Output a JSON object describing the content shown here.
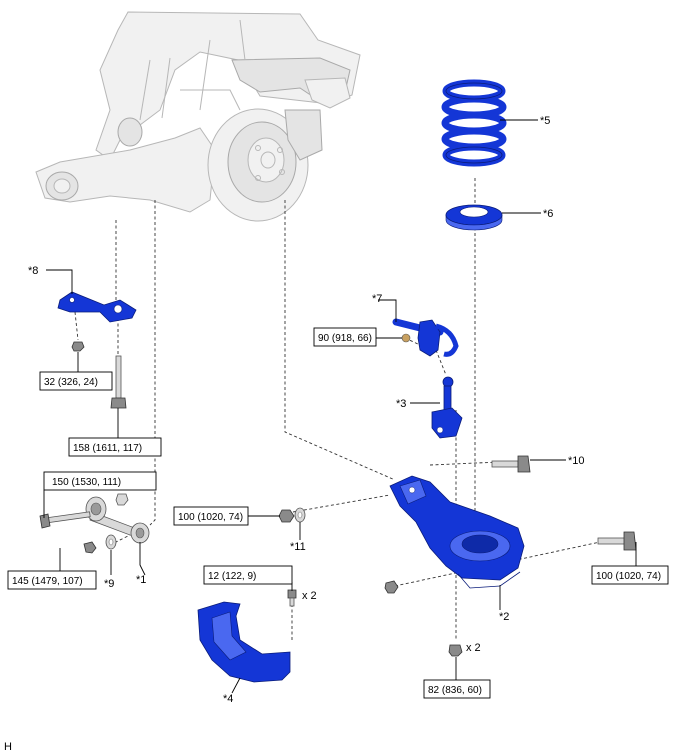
{
  "callouts": {
    "c1": "*1",
    "c2": "*2",
    "c3": "*3",
    "c4": "*4",
    "c5": "*5",
    "c6": "*6",
    "c7": "*7",
    "c8": "*8",
    "c9": "*9",
    "c10": "*10",
    "c11": "*11"
  },
  "torque_specs": {
    "t_32": "32 (326, 24)",
    "t_158": "158 (1611, 117)",
    "t_150": "150 (1530, 111)",
    "t_145": "145 (1479, 107)",
    "t_100_left": "100 (1020, 74)",
    "t_90": "90 (918, 66)",
    "t_100_right": "100 (1020, 74)",
    "t_12": "12 (122, 9)",
    "t_82": "82 (836, 60)"
  },
  "quantities": {
    "q_12": "x 2",
    "q_82": "x 2"
  },
  "figure_code": "H",
  "colors": {
    "part_blue": "#1436d6",
    "ghost_gray": "#f1f1f1",
    "line": "#000000"
  }
}
